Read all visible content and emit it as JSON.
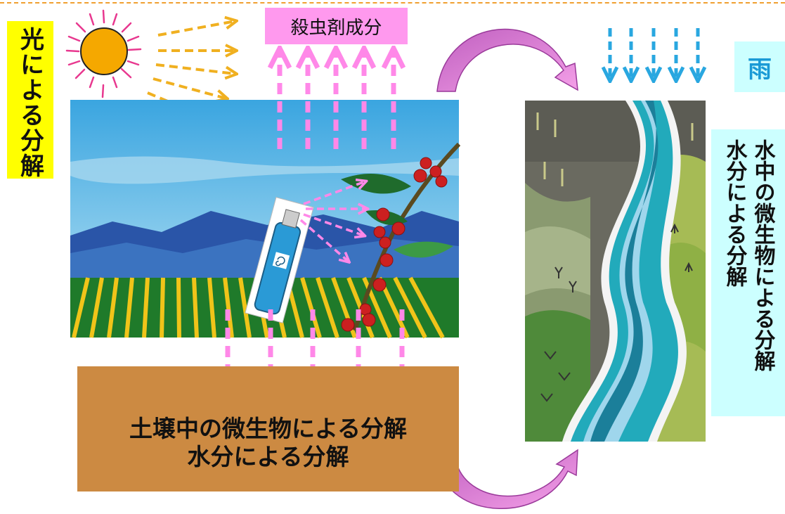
{
  "labels": {
    "pesticide_component": "殺虫剤成分",
    "rain": "雨",
    "light_decomposition": "光による分解",
    "water_decomposition": [
      "水中の微生物による分解",
      "水分による分解"
    ],
    "soil_decomposition": [
      "土壌中の微生物による分解",
      "水分による分解"
    ]
  },
  "colors": {
    "sun": "#f5a800",
    "sun_arrows": "#f0b020",
    "pesticide_arrows": "#ff88e8",
    "rain_arrows": "#29a7e0",
    "cycle_arrows": "#e07fd2",
    "soil": "#cc8a42",
    "sky": "#3fa8e0",
    "river": "#22aabb"
  },
  "icons": [
    "sun-icon",
    "spray-can-icon",
    "coffee-branch-icon"
  ]
}
